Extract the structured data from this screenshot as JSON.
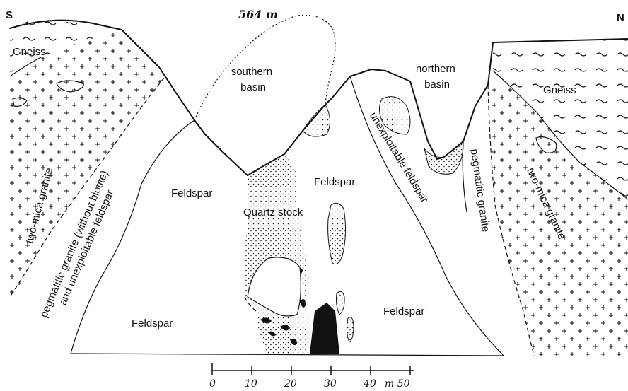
{
  "orientation": {
    "south": "S",
    "north": "N"
  },
  "elevation": "564 m",
  "labels": {
    "gneiss_left": "Gneiss",
    "gneiss_right": "Gneiss",
    "southern_basin": [
      "southern",
      "basin"
    ],
    "northern_basin": [
      "northern",
      "basin"
    ],
    "two_mica_left": "two-mica granite",
    "two_mica_right": "two-mica granite",
    "pegmatitic_left": [
      "pegmatitic granite (without biotite)",
      "and unexploitable feldspar"
    ],
    "pegmatitic_right": "pegmatitic granite",
    "unexploitable_feldspar": "unexploitable feldspar",
    "feldspar_left_upper": "Feldspar",
    "feldspar_center": "Feldspar",
    "feldspar_left_lower": "Feldspar",
    "feldspar_right_lower": "Feldspar",
    "quartz_stock": "Quartz stock"
  },
  "scale_bar": {
    "ticks": [
      "0",
      "10",
      "20",
      "30",
      "40",
      "m 50"
    ]
  },
  "colors": {
    "ink": "#111111",
    "paper": "#ffffff"
  }
}
